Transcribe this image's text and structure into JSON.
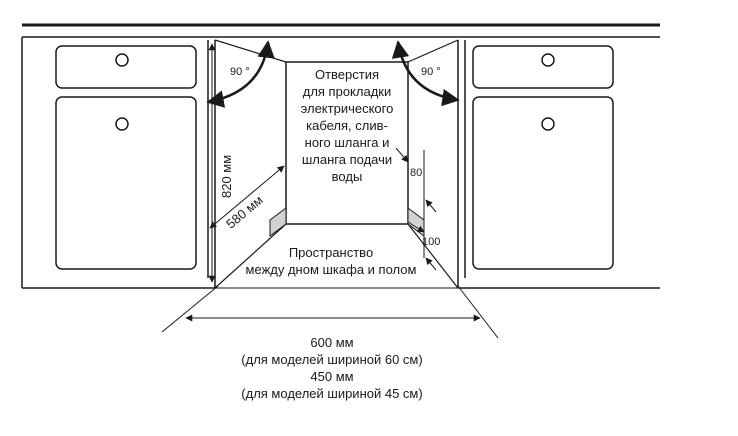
{
  "labels": {
    "holes_lines": [
      "Отверстия",
      "для прокладки",
      "электрического",
      "кабеля, слив-",
      "ного шланга и",
      "шланга подачи",
      "воды"
    ],
    "floor_space_lines": [
      "Пространство",
      "между дном шкафа и полом"
    ],
    "width_lines": [
      "600 мм",
      "(для моделей шириной 60 см)",
      "450 мм",
      "(для моделей шириной 45 см)"
    ],
    "height": "820 мм",
    "depth": "580 мм",
    "angle_left": "90 °",
    "angle_right": "90 °",
    "dim_80": "80",
    "dim_100": "100"
  },
  "colors": {
    "line": "#1a1a1a",
    "panel_fill": "#d2d2d2"
  }
}
